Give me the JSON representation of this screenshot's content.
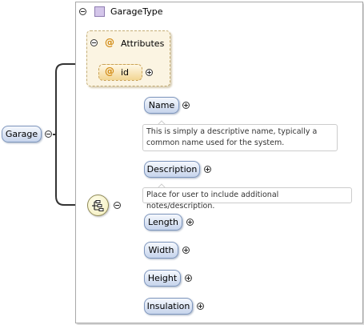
{
  "root": {
    "label": "Garage"
  },
  "complex_type": {
    "name": "GarageType"
  },
  "attributes": {
    "label": "Attributes",
    "items": [
      {
        "name": "id"
      }
    ]
  },
  "elements": [
    {
      "name": "Name",
      "doc": "This is simply a descriptive name, typically a common name used for the system."
    },
    {
      "name": "Description",
      "doc": "Place for user to include additional notes/description."
    },
    {
      "name": "Length"
    },
    {
      "name": "Width"
    },
    {
      "name": "Height"
    },
    {
      "name": "Insulation"
    }
  ],
  "colors": {
    "element_fill": "#c6d4ec",
    "element_border": "#7e96bd",
    "attribute_fill": "#f2d592",
    "attribute_box": "#fbf4e2",
    "compositor_fill": "#f3ecb8",
    "type_icon": "#d4c6ea"
  },
  "icons": {
    "collapse": "minus-circle-icon",
    "expand": "plus-circle-icon",
    "attribute": "at-sign-icon",
    "type": "complex-type-icon",
    "sequence": "sequence-compositor-icon"
  }
}
